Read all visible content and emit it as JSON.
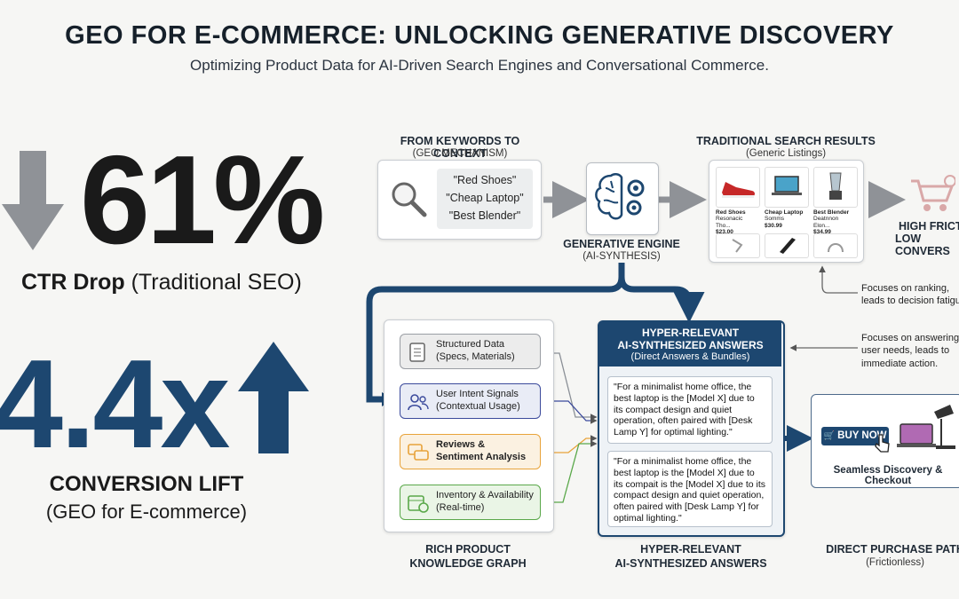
{
  "header": {
    "title": "GEO FOR E-COMMERCE: UNLOCKING GENERATIVE DISCOVERY",
    "subtitle": "Optimizing Product Data for AI-Driven Search Engines and Conversational Commerce."
  },
  "stats": {
    "ctr": {
      "value": "61%",
      "label_bold": "CTR Drop",
      "label_rest": "(Traditional SEO)"
    },
    "conversion": {
      "value": "4.4x",
      "label": "CONVERSION LIFT",
      "sublabel": "(GEO for E-commerce)"
    }
  },
  "keywords": {
    "title": "FROM KEYWORDS TO CONTEXT",
    "subtitle": "(GEO MECHANISM)",
    "queries": [
      "\"Red Shoes\"",
      "\"Cheap Laptop\"",
      "\"Best Blender\""
    ]
  },
  "engine": {
    "title": "GENERATIVE ENGINE",
    "subtitle": "(AI-SYNTHESIS)"
  },
  "traditional": {
    "title": "TRADITIONAL SEARCH RESULTS",
    "subtitle": "(Generic Listings)",
    "products": [
      {
        "name": "Red Shoes",
        "sub": "Resonacic Tho...",
        "price": "$23.00"
      },
      {
        "name": "Cheap Laptop",
        "sub": "Somms",
        "price": "$30.99"
      },
      {
        "name": "Best Blender",
        "sub": "Deatnnon Elon...",
        "price": "$34.99"
      }
    ],
    "friction_1": "HIGH FRICTI",
    "friction_2": "LOW CONVERS",
    "note": [
      "Focuses on ranking,",
      "leads to decision fatigu"
    ]
  },
  "answer_note": [
    "Focuses on answering",
    "user needs, leads to",
    "immediate action."
  ],
  "knowledge": {
    "nodes": [
      {
        "title": "Structured Data",
        "sub": "(Specs, Materials)"
      },
      {
        "title": "User Intent Signals",
        "sub": "(Contextual Usage)"
      },
      {
        "title": "Reviews &",
        "sub": "Sentiment Analysis"
      },
      {
        "title": "Inventory & Availability",
        "sub": "(Real-time)"
      }
    ],
    "caption_1": "RICH PRODUCT",
    "caption_2": "KNOWLEDGE GRAPH"
  },
  "answers": {
    "title_1": "HYPER-RELEVANT",
    "title_2": "AI-SYNTHESIZED ANSWERS",
    "subtitle": "(Direct Answers & Bundles)",
    "quote_1": "\"For a minimalist home office, the best laptop is the [Model X] due to its compact design and quiet operation, often paired with [Desk Lamp Y] for optimal lighting.\"",
    "quote_2": "\"For a minimalist home office, the best laptop is the [Model X] due to its compait is the [Model X] due to its compact design and quiet operation, often paired with [Desk Lamp Y] for optimal lighting.\"",
    "caption_1": "HYPER-RELEVANT",
    "caption_2": "AI-SYNTHESIZED ANSWERS"
  },
  "purchase": {
    "button": "BUY NOW",
    "label": "Seamless Discovery & Checkout",
    "caption_1": "DIRECT PURCHASE PATH",
    "caption_2": "(Frictionless)"
  },
  "colors": {
    "navy": "#1d4770",
    "gray_arrow": "#8f9297",
    "node_blue": "#3b4a9c",
    "node_orange": "#e8a33a",
    "node_green": "#5aa84a",
    "shoe_red": "#c62828"
  }
}
